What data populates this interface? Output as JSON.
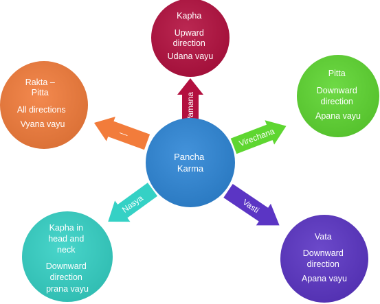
{
  "center": {
    "lines": [
      "Pancha",
      "Karma"
    ],
    "color": "#2e86d6"
  },
  "nodes": [
    {
      "id": "kapha-top",
      "lines": [
        "Kapha",
        "",
        "Upward",
        "direction",
        "Udana vayu"
      ],
      "color": "#b3103f"
    },
    {
      "id": "pitta",
      "lines": [
        "Pitta",
        "Downward",
        "direction",
        "Apana vayu"
      ],
      "color": "#5ed631"
    },
    {
      "id": "vata",
      "lines": [
        "Vata",
        "Downward",
        "direction",
        "Apana vayu"
      ],
      "color": "#5b35c4"
    },
    {
      "id": "kapha-head",
      "lines": [
        "Kapha in",
        "head and",
        "neck",
        "Downward",
        "direction",
        "prana vayu"
      ],
      "color": "#35d1c5"
    },
    {
      "id": "rakta-pitta",
      "lines": [
        "Rakta –",
        "Pitta",
        "All directions",
        "Vyana vayu"
      ],
      "color": "#f27c3b"
    }
  ],
  "arrows": [
    {
      "id": "vamana",
      "label": "Vamana",
      "color": "#b3103f"
    },
    {
      "id": "virechana",
      "label": "Virechana",
      "color": "#5ed631"
    },
    {
      "id": "vasti",
      "label": "Vasti",
      "color": "#5b35c4"
    },
    {
      "id": "nasya",
      "label": "Nasya",
      "color": "#35d1c5"
    },
    {
      "id": "raktamokshana",
      "label": "—",
      "color": "#f27c3b"
    }
  ]
}
